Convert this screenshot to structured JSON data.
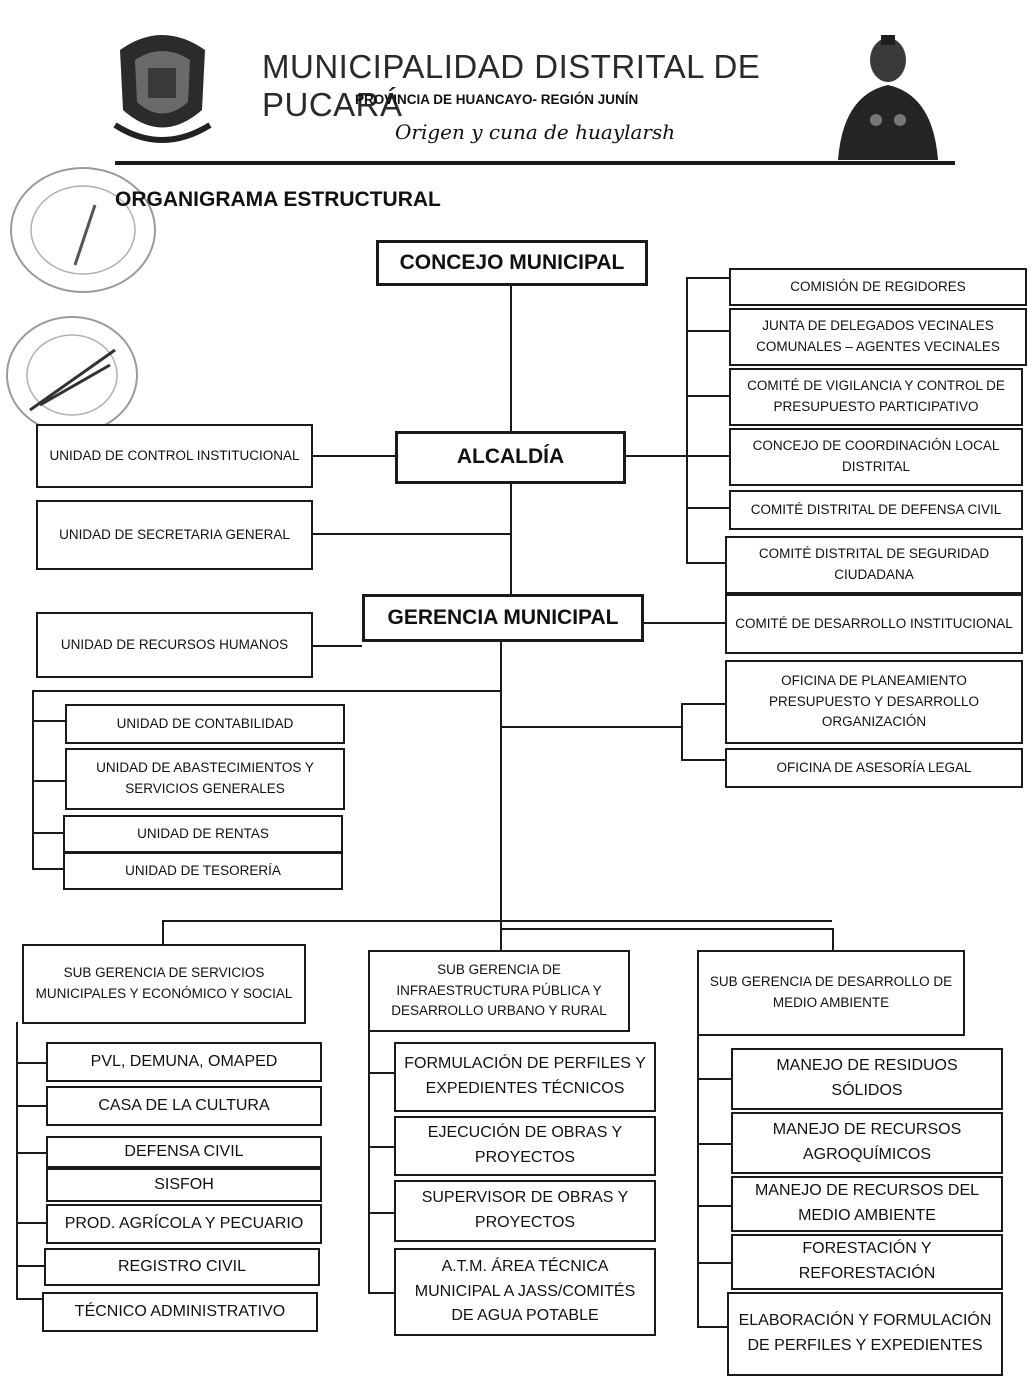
{
  "header": {
    "title": "MUNICIPALIDAD DISTRITAL DE PUCARÁ",
    "subtitle": "PROVINCIA DE HUANCAYO- REGIÓN JUNÍN",
    "motto": "Origen y cuna de huaylarsh"
  },
  "page_title": "ORGANIGRAMA ESTRUCTURAL",
  "top": {
    "concejo": "CONCEJO MUNICIPAL",
    "alcaldia": "ALCALDÍA",
    "gerencia": "GERENCIA MUNICIPAL"
  },
  "left_units": [
    "UNIDAD DE CONTROL INSTITUCIONAL",
    "UNIDAD DE SECRETARIA GENERAL",
    "UNIDAD DE RECURSOS HUMANOS"
  ],
  "right_committees": [
    "COMISIÓN DE REGIDORES",
    "JUNTA DE DELEGADOS VECINALES COMUNALES – AGENTES VECINALES",
    "COMITÉ DE VIGILANCIA Y CONTROL DE PRESUPUESTO PARTICIPATIVO",
    "CONCEJO DE COORDINACIÓN LOCAL DISTRITAL",
    "COMITÉ DISTRITAL DE DEFENSA CIVIL",
    "COMITÉ DISTRITAL DE SEGURIDAD CIUDADANA"
  ],
  "right_offices": [
    "COMITÉ DE DESARROLLO INSTITUCIONAL",
    "OFICINA DE PLANEAMIENTO PRESUPUESTO Y DESARROLLO ORGANIZACIÓN",
    "OFICINA DE ASESORÍA LEGAL"
  ],
  "admin_units": [
    "UNIDAD DE CONTABILIDAD",
    "UNIDAD DE ABASTECIMIENTOS Y SERVICIOS GENERALES",
    "UNIDAD DE RENTAS",
    "UNIDAD DE TESORERÍA"
  ],
  "subgerencias": [
    {
      "name": "SUB GERENCIA DE SERVICIOS MUNICIPALES Y ECONÓMICO Y SOCIAL",
      "children": [
        "PVL, DEMUNA, OMAPED",
        "CASA DE LA CULTURA",
        "DEFENSA CIVIL",
        "SISFOH",
        "PROD. AGRÍCOLA Y PECUARIO",
        "REGISTRO CIVIL",
        "TÉCNICO ADMINISTRATIVO"
      ]
    },
    {
      "name": "SUB GERENCIA DE INFRAESTRUCTURA PÚBLICA Y DESARROLLO URBANO Y RURAL",
      "children": [
        "FORMULACIÓN DE PERFILES Y EXPEDIENTES TÉCNICOS",
        "EJECUCIÓN DE OBRAS Y PROYECTOS",
        "SUPERVISOR DE OBRAS Y PROYECTOS",
        "A.T.M. ÁREA TÉCNICA MUNICIPAL A JASS/COMITÉS DE AGUA POTABLE"
      ]
    },
    {
      "name": "SUB GERENCIA DE DESARROLLO DE MEDIO AMBIENTE",
      "children": [
        "MANEJO DE RESIDUOS SÓLIDOS",
        "MANEJO DE RECURSOS AGROQUÍMICOS",
        "MANEJO DE RECURSOS DEL MEDIO AMBIENTE",
        "FORESTACIÓN Y REFORESTACIÓN",
        "ELABORACIÓN Y FORMULACIÓN DE PERFILES Y EXPEDIENTES"
      ]
    }
  ]
}
